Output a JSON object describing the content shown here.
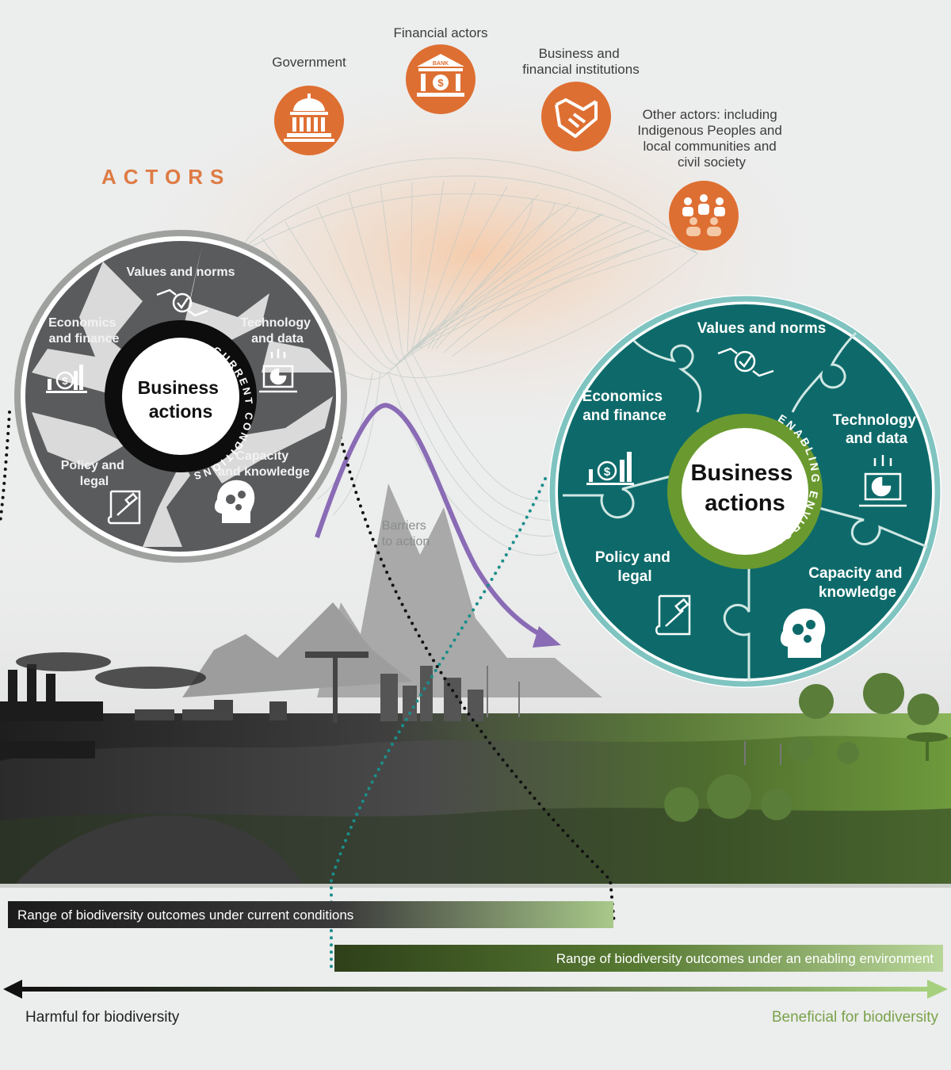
{
  "actors": {
    "heading": "ACTORS",
    "items": [
      {
        "lines": [
          "Government"
        ],
        "icon": "government-building-icon"
      },
      {
        "lines": [
          "Financial actors"
        ],
        "icon": "bank-icon",
        "icon_text": "BANK"
      },
      {
        "lines": [
          "Business and",
          "financial institutions"
        ],
        "icon": "handshake-icon"
      },
      {
        "lines": [
          "Other actors: including",
          "Indigenous Peoples and",
          "local communities and",
          "civil society"
        ],
        "icon": "people-group-icon"
      }
    ]
  },
  "current": {
    "ring_label": "CURRENT CONDITIONS",
    "center": [
      "Business",
      "actions"
    ],
    "segments": [
      {
        "key": "values",
        "lines": [
          "Values and norms"
        ],
        "icon": "hands-check-icon"
      },
      {
        "key": "economics",
        "lines": [
          "Economics",
          "and finance"
        ],
        "icon": "dollar-chart-icon"
      },
      {
        "key": "technology",
        "lines": [
          "Technology",
          "and data"
        ],
        "icon": "laptop-icon"
      },
      {
        "key": "policy",
        "lines": [
          "Policy and",
          "legal"
        ],
        "icon": "gavel-scroll-icon"
      },
      {
        "key": "capacity",
        "lines": [
          "Capacity",
          "and knowledge"
        ],
        "icon": "head-gears-icon"
      }
    ]
  },
  "enabling": {
    "ring_label": "ENABLING ENVIRONMENT",
    "center": [
      "Business",
      "actions"
    ],
    "segments": [
      {
        "key": "values",
        "lines": [
          "Values and norms"
        ],
        "icon": "hands-check-icon"
      },
      {
        "key": "economics",
        "lines": [
          "Economics",
          "and finance"
        ],
        "icon": "dollar-chart-icon"
      },
      {
        "key": "technology",
        "lines": [
          "Technology",
          "and data"
        ],
        "icon": "laptop-icon"
      },
      {
        "key": "policy",
        "lines": [
          "Policy and",
          "legal"
        ],
        "icon": "gavel-scroll-icon"
      },
      {
        "key": "capacity",
        "lines": [
          "Capacity and",
          "knowledge"
        ],
        "icon": "head-gears-icon"
      }
    ]
  },
  "barriers": [
    "Barriers",
    "to action"
  ],
  "ranges": {
    "current": "Range of biodiversity outcomes under current conditions",
    "enabling": "Range of biodiversity outcomes under an enabling environment"
  },
  "axis": {
    "left": "Harmful for biodiversity",
    "right": "Beneficial for biodiversity"
  },
  "colors": {
    "actor_orange": "#de6f32",
    "dark_gray": "#58595b",
    "teal": "#0f6b6a",
    "ring_green": "#6a9a2f",
    "arrow_purple": "#8a6bb5",
    "beneficial_green": "#7aa24a"
  }
}
